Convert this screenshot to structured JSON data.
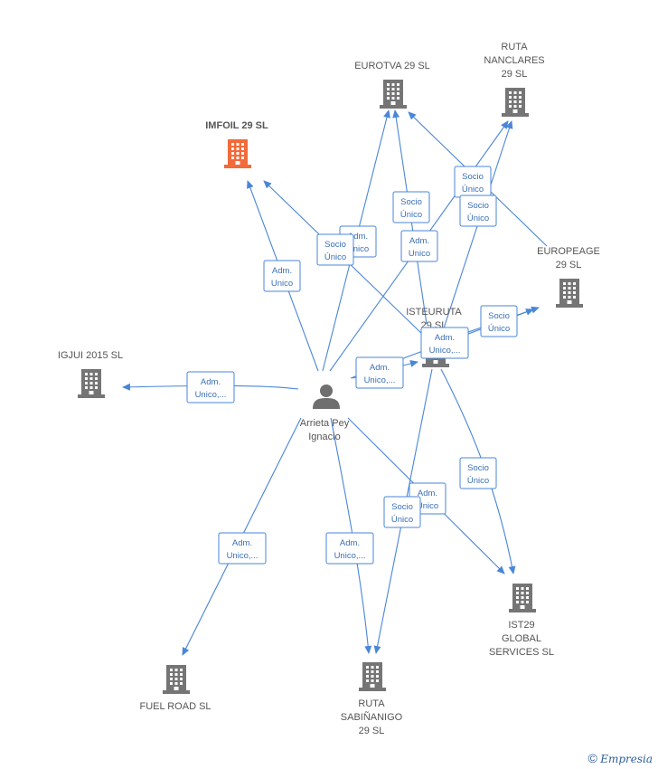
{
  "colors": {
    "edge": "#4a86d8",
    "company": "#757575",
    "highlight": "#f26b3a",
    "person": "#6f6f6f"
  },
  "person": {
    "lines": [
      "Arrieta Pey",
      "Ignacio"
    ],
    "icon": "person-icon"
  },
  "companies": [
    {
      "id": "imfoil",
      "lines": [
        "IMFOIL 29  SL"
      ],
      "highlight": true
    },
    {
      "id": "eurotva",
      "lines": [
        "EUROTVA 29  SL"
      ]
    },
    {
      "id": "ruta-nanclares",
      "lines": [
        "RUTA",
        "NANCLARES",
        "29  SL"
      ]
    },
    {
      "id": "europeage",
      "lines": [
        "EUROPEAGE",
        "29  SL"
      ]
    },
    {
      "id": "isteuruta",
      "lines": [
        "ISTEURUTA",
        "29  SL"
      ]
    },
    {
      "id": "igjui",
      "lines": [
        "IGJUI 2015  SL"
      ]
    },
    {
      "id": "ist29",
      "lines": [
        "IST29",
        "GLOBAL",
        "SERVICES SL"
      ]
    },
    {
      "id": "ruta-sabinanigo",
      "lines": [
        "RUTA",
        "SABIÑANIGO",
        "29  SL"
      ]
    },
    {
      "id": "fuel-road",
      "lines": [
        "FUEL ROAD  SL"
      ]
    }
  ],
  "edge_labels": [
    {
      "id": "p-imfoil",
      "lines": [
        "Adm.",
        "Unico"
      ]
    },
    {
      "id": "p-eurotva",
      "lines": [
        "Adm.",
        "Unico"
      ]
    },
    {
      "id": "ist-imfoil",
      "lines": [
        "Socio",
        "Único"
      ]
    },
    {
      "id": "ist-eurotva",
      "lines": [
        "Socio",
        "Único"
      ]
    },
    {
      "id": "p-nanclares",
      "lines": [
        "Adm.",
        "Unico"
      ]
    },
    {
      "id": "eur-nanclares",
      "lines": [
        "Socio",
        "Único"
      ]
    },
    {
      "id": "ist-nanclares",
      "lines": [
        "Socio",
        "Único"
      ]
    },
    {
      "id": "ist-europeage",
      "lines": [
        "Socio",
        "Único"
      ]
    },
    {
      "id": "p-europeage",
      "lines": [
        "Adm.",
        "Unico,..."
      ]
    },
    {
      "id": "p-isteuruta",
      "lines": [
        "Adm.",
        "Unico,..."
      ]
    },
    {
      "id": "p-igjui",
      "lines": [
        "Adm.",
        "Unico,..."
      ]
    },
    {
      "id": "ist-ist29",
      "lines": [
        "Socio",
        "Único"
      ]
    },
    {
      "id": "p-ist29",
      "lines": [
        "Adm.",
        "Unico"
      ]
    },
    {
      "id": "ist-sabinanigo",
      "lines": [
        "Socio",
        "Único"
      ]
    },
    {
      "id": "p-fuelroad",
      "lines": [
        "Adm.",
        "Unico,..."
      ]
    },
    {
      "id": "p-sabinanigo",
      "lines": [
        "Adm.",
        "Unico,..."
      ]
    }
  ],
  "footer": {
    "copyright": "©",
    "brand": "Empresia"
  }
}
